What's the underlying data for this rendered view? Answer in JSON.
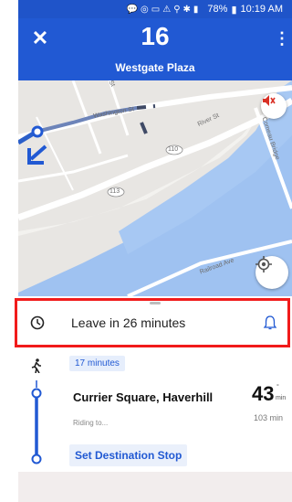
{
  "status_bar": {
    "icons": [
      "message-icon",
      "wifi-icon",
      "android-icon",
      "image-icon",
      "data-icon",
      "warning-icon",
      "twitter-icon",
      "location-icon",
      "bluetooth-icon",
      "mute-icon",
      "signal-icon"
    ],
    "battery": "78%",
    "time": "10:19 AM",
    "background": "#1f54c9"
  },
  "header": {
    "route_number": "16",
    "destination": "Westgate Plaza",
    "background": "#2159d3"
  },
  "map": {
    "labels": {
      "washington_st": "Washington St",
      "river_st": "River St",
      "route_110": "110",
      "route_113": "113",
      "railroad_ave": "Railroad Ave",
      "comeau_bridge": "Comeau Bridge",
      "street_n": "St"
    }
  },
  "leave": {
    "text": "Leave in 26 minutes",
    "highlight_color": "#f11b1b"
  },
  "trip": {
    "walk_minutes": "17 minutes",
    "stop_name": "Currier Square, Haverhill",
    "riding_to": "Riding to...",
    "set_destination": "Set Destination Stop",
    "eta_value": "43",
    "eta_unit": "min",
    "eta_sup": "°",
    "eta_alt": "103 min"
  }
}
